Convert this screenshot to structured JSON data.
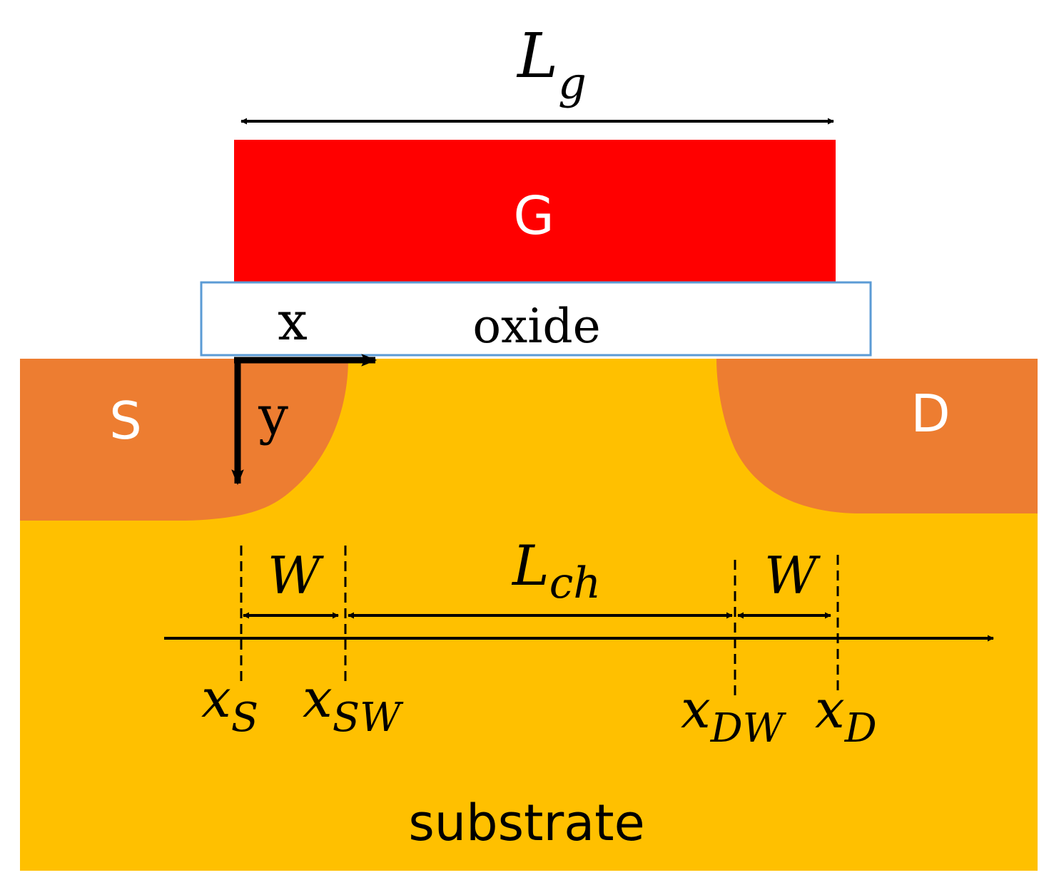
{
  "labels": {
    "gate_length": {
      "main": "L",
      "sub": "g"
    },
    "gate": "G",
    "oxide": "oxide",
    "source": "S",
    "drain": "D",
    "substrate": "substrate",
    "axis_x": "x",
    "axis_y": "y",
    "width_left": "W",
    "width_right": "W",
    "channel_length": {
      "main": "L",
      "sub": "ch"
    },
    "xs": {
      "main": "x",
      "sub": "S"
    },
    "xsw": {
      "main": "x",
      "sub": "SW"
    },
    "xdw": {
      "main": "x",
      "sub": "DW"
    },
    "xd": {
      "main": "x",
      "sub": "D"
    }
  },
  "colors": {
    "gate": "#ff0000",
    "oxide_fill": "#ffffff",
    "oxide_border": "#5b9bd5",
    "source_drain": "#ed7d31",
    "substrate": "#ffc000",
    "line": "#000000",
    "gate_text": "#ffffff"
  }
}
